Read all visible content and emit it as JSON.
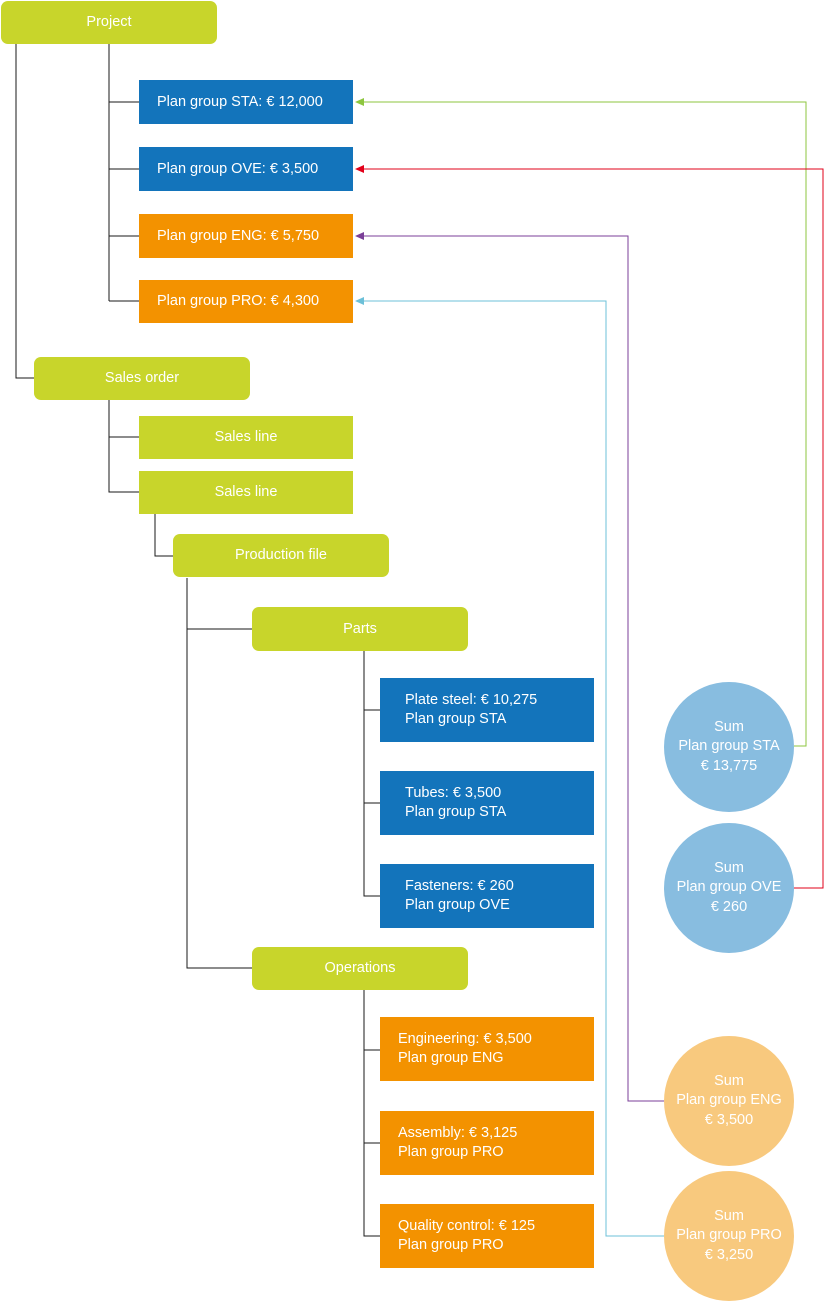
{
  "nodes": {
    "project": "Project",
    "plan_sta": "Plan group STA: € 12,000",
    "plan_ove": "Plan group OVE: € 3,500",
    "plan_eng": "Plan group ENG: € 5,750",
    "plan_pro": "Plan group PRO: € 4,300",
    "sales_order": "Sales order",
    "sales_line_1": "Sales line",
    "sales_line_2": "Sales line",
    "production_file": "Production file",
    "parts": "Parts",
    "operations": "Operations"
  },
  "parts": [
    {
      "line1": "Plate steel: € 10,275",
      "line2": "Plan group STA"
    },
    {
      "line1": "Tubes: € 3,500",
      "line2": "Plan group STA"
    },
    {
      "line1": "Fasteners: € 260",
      "line2": "Plan group OVE"
    }
  ],
  "operations": [
    {
      "line1": "Engineering: € 3,500",
      "line2": "Plan group ENG"
    },
    {
      "line1": "Assembly: € 3,125",
      "line2": "Plan group PRO"
    },
    {
      "line1": "Quality control: € 125",
      "line2": "Plan group PRO"
    }
  ],
  "sums": [
    {
      "l1": "Sum",
      "l2": "Plan group STA",
      "l3": "€ 13,775"
    },
    {
      "l1": "Sum",
      "l2": "Plan group OVE",
      "l3": "€ 260"
    },
    {
      "l1": "Sum",
      "l2": "Plan group ENG",
      "l3": "€ 3,500"
    },
    {
      "l1": "Sum",
      "l2": "Plan group PRO",
      "l3": "€ 3,250"
    }
  ],
  "colors": {
    "green": "#c8d52b",
    "blue": "#1374bb",
    "orange": "#f39200",
    "circle_blue": "#88bde0",
    "circle_orange": "#f8c97e",
    "arrow_sta": "#8dc63f",
    "arrow_ove": "#e2001a",
    "arrow_eng": "#7b3f98",
    "arrow_pro": "#6cc0d8"
  }
}
